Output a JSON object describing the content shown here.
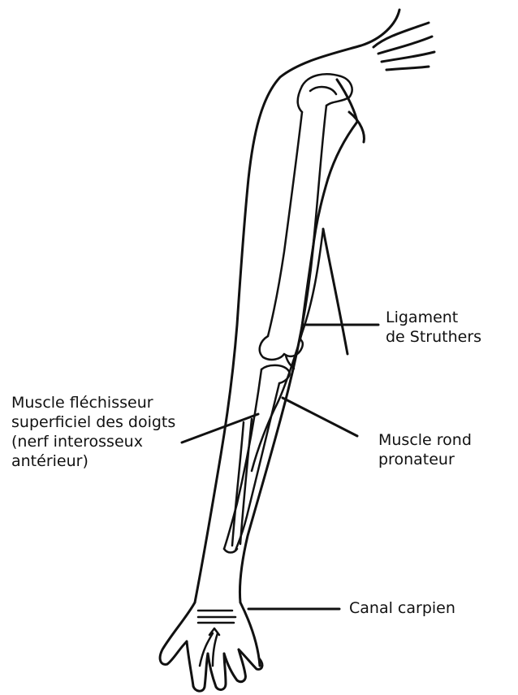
{
  "labels": {
    "ligament": {
      "line1": "Ligament",
      "line2": "de Struthers"
    },
    "flexor": {
      "line1": "Muscle fléchisseur",
      "line2": "superficiel des doigts",
      "line3": "(nerf interosseux",
      "line4": "antérieur)"
    },
    "pronator": {
      "line1": "Muscle rond",
      "line2": "pronateur"
    },
    "carpal": {
      "line1": "Canal carpien"
    }
  },
  "colors": {
    "ink": "#111111",
    "background": "#ffffff"
  }
}
